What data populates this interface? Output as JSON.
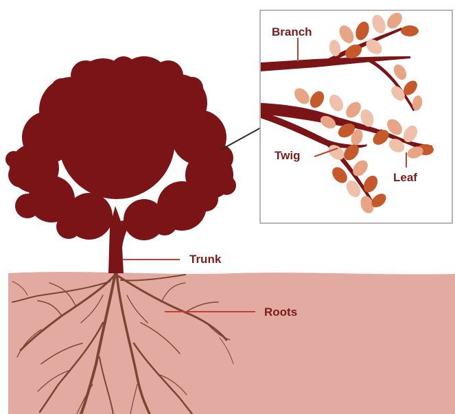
{
  "labels": {
    "branch": "Branch",
    "twig": "Twig",
    "leaf": "Leaf",
    "trunk": "Trunk",
    "roots": "Roots"
  },
  "colors": {
    "tree": "#7a1416",
    "soil": "#e3aaa2",
    "root": "#7b4433",
    "leader_line": "#b8452c",
    "label_text": "#7a1c1c",
    "leaf_dark": "#c6592c",
    "leaf_light": "#e8a586",
    "leaf_pale": "#f0c1aa",
    "inset_border": "#9e9e9e",
    "connector": "#2a2a2a"
  }
}
